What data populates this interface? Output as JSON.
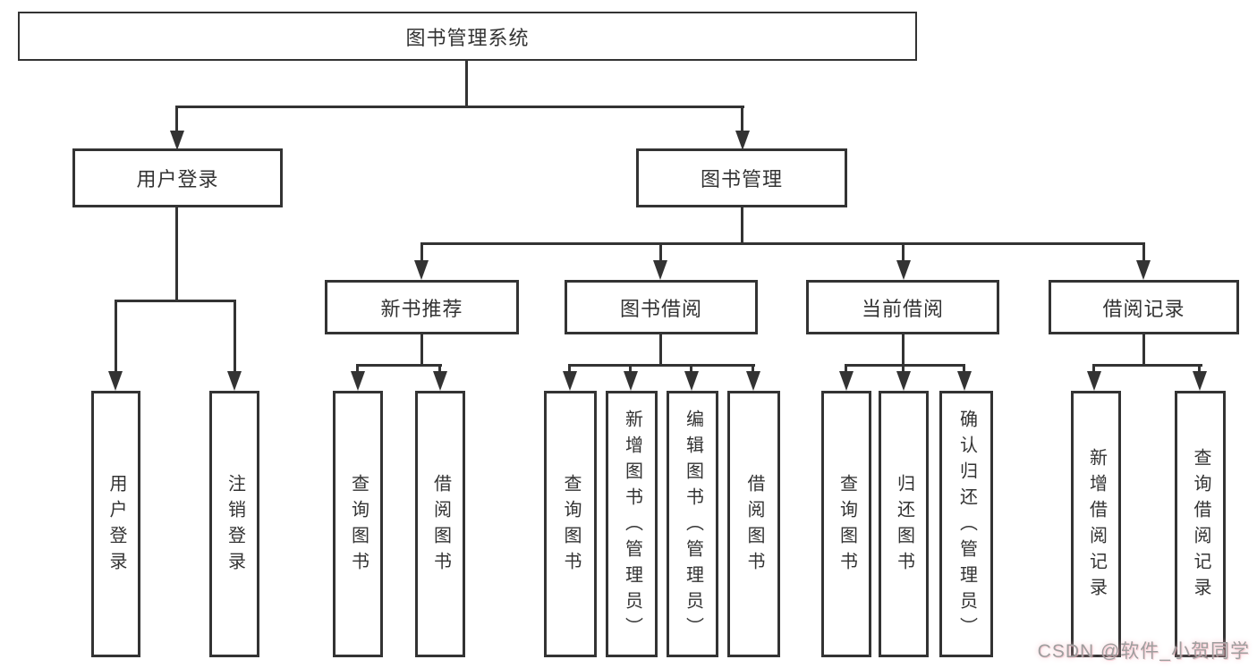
{
  "diagram_title": "图书管理系统",
  "nodes": {
    "root": "图书管理系统",
    "userLogin": "用户登录",
    "bookManagement": "图书管理",
    "newBookRecommend": "新书推荐",
    "bookBorrowing": "图书借阅",
    "currentBorrowing": "当前借阅",
    "borrowingRecords": "借阅记录",
    "leaves": {
      "userLogin": [
        "用户登录",
        "注销登录"
      ],
      "newBookRecommend": [
        "查询图书",
        "借阅图书"
      ],
      "bookBorrowing": [
        "查询图书",
        "新增图书（管理员）",
        "编辑图书（管理员）",
        "借阅图书"
      ],
      "currentBorrowing": [
        "查询图书",
        "归还图书",
        "确认归还（管理员）"
      ],
      "borrowingRecords": [
        "新增借阅记录",
        "查询借阅记录"
      ]
    }
  },
  "watermark": {
    "text": "CSDN @软件_小贺同学",
    "color": "#9e9e9e"
  },
  "colors": {
    "line": "#333333",
    "box_border": "#333333",
    "box_background": "#ffffff",
    "text": "#333333",
    "page_background": "#ffffff"
  }
}
